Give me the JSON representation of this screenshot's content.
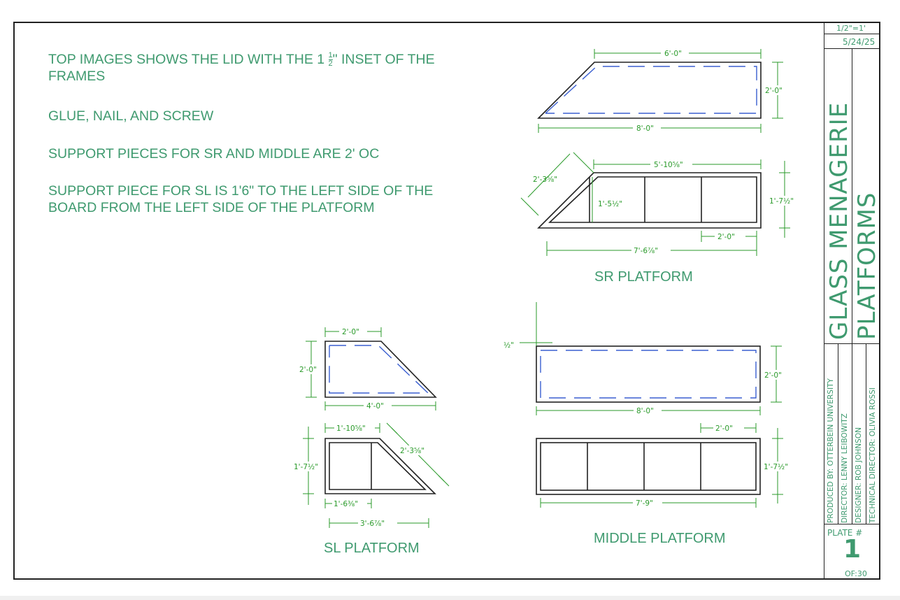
{
  "notes": {
    "line1_pre": "TOP IMAGES SHOWS THE LID WITH THE 1 ",
    "line1_frac_num": "1",
    "line1_frac_den": "2",
    "line1_post": "\" INSET OF THE FRAMES",
    "line2": "GLUE, NAIL, AND SCREW",
    "line3": "SUPPORT PIECES FOR SR AND MIDDLE ARE 2' OC",
    "line4": "SUPPORT PIECE FOR SL IS 1'6\" TO THE LEFT SIDE OF THE BOARD FROM THE LEFT SIDE OF THE PLATFORM"
  },
  "captions": {
    "sr": "SR PLATFORM",
    "sl": "SL PLATFORM",
    "middle": "MIDDLE PLATFORM"
  },
  "dims": {
    "sr_lid_top": "6'-0\"",
    "sr_lid_right": "2'-0\"",
    "sr_lid_bottom": "8'-0\"",
    "sr_frame_top": "5'-10⅝\"",
    "sr_frame_diag": "2'-3⅝\"",
    "sr_frame_inner": "1'-5½\"",
    "sr_frame_right": "1'-7½\"",
    "sr_frame_spacing": "2'-0\"",
    "sr_frame_bottom": "7'-6⅞\"",
    "sl_lid_top": "2'-0\"",
    "sl_lid_left": "2'-0\"",
    "sl_lid_bottom": "4'-0\"",
    "sl_frame_top": "1'-10⅝\"",
    "sl_frame_diag": "2'-3⅝\"",
    "sl_frame_left": "1'-7½\"",
    "sl_frame_inner": "1'-6⅜\"",
    "sl_frame_bottom": "3'-6⅞\"",
    "mid_inset": "½\"",
    "mid_lid_right": "2'-0\"",
    "mid_lid_bottom": "8'-0\"",
    "mid_frame_spacing": "2'-0\"",
    "mid_frame_right": "1'-7½\"",
    "mid_frame_bottom": "7'-9\""
  },
  "title_block": {
    "scale": "1/2\"=1'",
    "date": "5/24/25",
    "title": "GLASS MENAGERIE",
    "subtitle": "PLATFORMS",
    "produced_by": "PRODUCED BY: OTTERBEIN UNIVERSITY",
    "director": "DIRECTOR: LENNY LEIBOWITZ",
    "designer": "DESIGNER: ROB JOHNSON",
    "technical_director": "TECHNICAL DIRECTOR: OLIVIA ROSSI",
    "plate_label": "PLATE #",
    "plate_number": "1",
    "of_total": "OF:30"
  },
  "colors": {
    "text": "#3f9a6f",
    "dimension": "#2a9a2a",
    "lid_dash": "#3a5fd0",
    "outline": "#222222"
  }
}
